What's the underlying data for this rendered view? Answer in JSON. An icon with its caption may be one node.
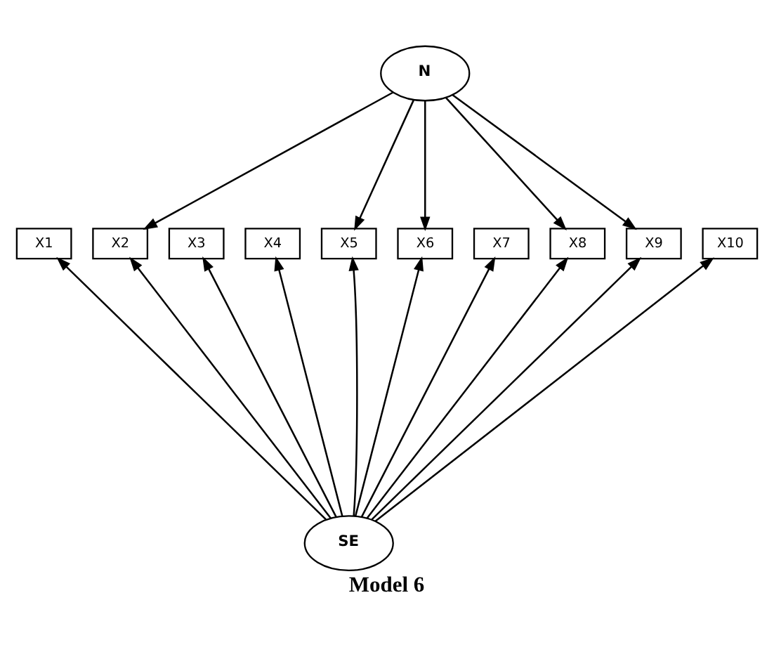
{
  "diagram": {
    "caption": "Model 6",
    "nodes": [
      {
        "text": [
          "N"
        ]
      },
      {
        "text": [
          "X1"
        ]
      },
      {
        "text": [
          "X2"
        ]
      },
      {
        "text": [
          "X3"
        ]
      },
      {
        "text": [
          "X4"
        ]
      },
      {
        "text": [
          "X5"
        ]
      },
      {
        "text": [
          "X6"
        ]
      },
      {
        "text": [
          "X7"
        ]
      },
      {
        "text": [
          "X8"
        ]
      },
      {
        "text": [
          "X9"
        ]
      },
      {
        "text": [
          "X10"
        ]
      },
      {
        "text": [
          "SE"
        ]
      }
    ],
    "edges": [
      {
        "from": 0,
        "to": 2,
        "arrow": "to"
      },
      {
        "from": 0,
        "to": 5,
        "arrow": "to"
      },
      {
        "from": 0,
        "to": 6,
        "arrow": "to"
      },
      {
        "from": 0,
        "to": 8,
        "arrow": "to"
      },
      {
        "from": 0,
        "to": 9,
        "arrow": "to"
      },
      {
        "from": 11,
        "to": 1,
        "arrow": "to"
      },
      {
        "from": 11,
        "to": 2,
        "arrow": "to"
      },
      {
        "from": 11,
        "to": 3,
        "arrow": "to"
      },
      {
        "from": 11,
        "to": 4,
        "arrow": "to"
      },
      {
        "from": 11,
        "to": 5,
        "arrow": "to"
      },
      {
        "from": 11,
        "to": 6,
        "arrow": "to"
      },
      {
        "from": 11,
        "to": 7,
        "arrow": "to"
      },
      {
        "from": 11,
        "to": 8,
        "arrow": "to"
      },
      {
        "from": 11,
        "to": 9,
        "arrow": "to"
      },
      {
        "from": 11,
        "to": 10,
        "arrow": "to"
      }
    ]
  }
}
